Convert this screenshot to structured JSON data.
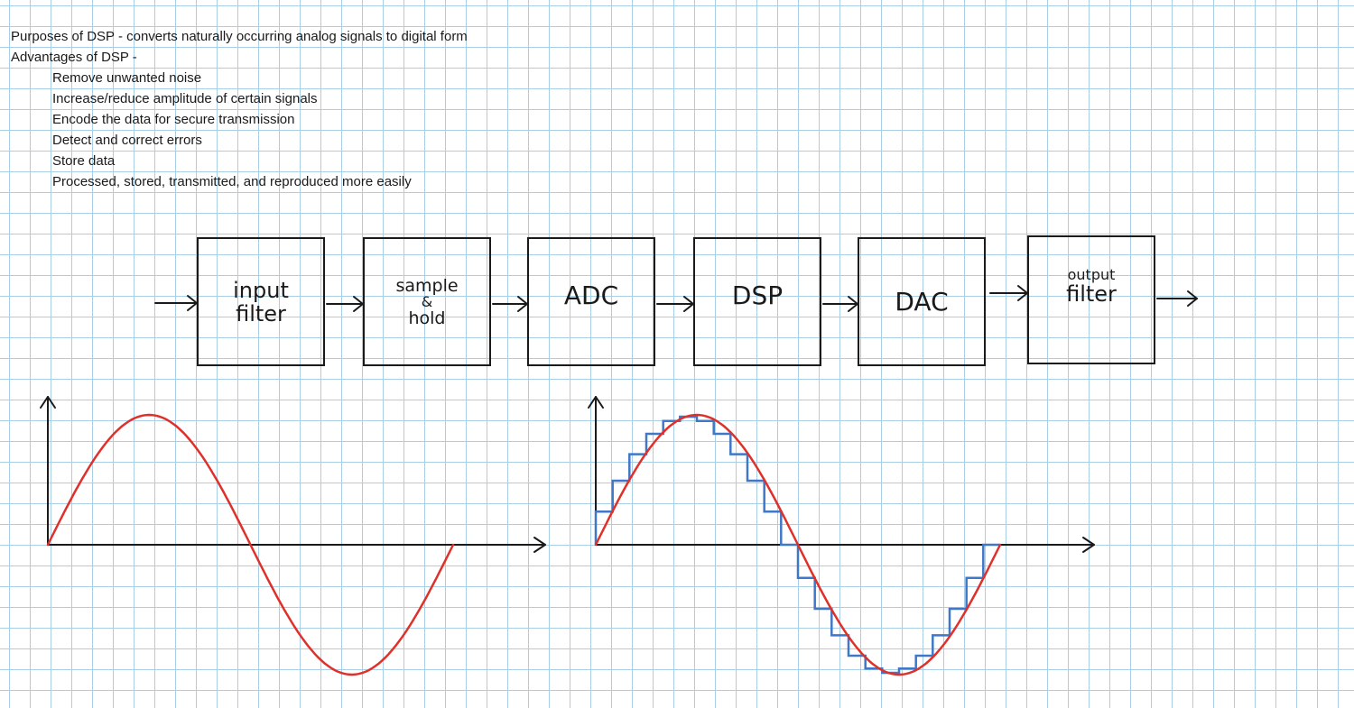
{
  "notes": {
    "purpose": "Purposes of DSP - converts naturally occurring analog signals to digital form",
    "advantages_heading": "Advantages of DSP -",
    "advantages": [
      "Remove unwanted noise",
      "Increase/reduce amplitude of certain signals",
      "Encode the data for secure transmission",
      "Detect and correct errors",
      "Store data",
      "Processed, stored, transmitted, and reproduced more easily"
    ]
  },
  "blocks": {
    "input_filter": {
      "line1": "input",
      "line2": "filter"
    },
    "sample_hold": {
      "line1": "sample",
      "line2": "&",
      "line3": "hold"
    },
    "adc": {
      "label": "ADC"
    },
    "dsp": {
      "label": "DSP"
    },
    "dac": {
      "label": "DAC"
    },
    "output_filter": {
      "line1": "output",
      "line2": "filter"
    }
  },
  "colors": {
    "ink": "#1a1a1a",
    "grid": "#a9cfe6",
    "analog_wave": "#e0302a",
    "sampled_wave": "#3f78c8"
  },
  "signals": {
    "analog": {
      "type": "sine",
      "cycles": 1
    },
    "sampled": {
      "type": "sine-with-staircase",
      "cycles": 1
    }
  }
}
